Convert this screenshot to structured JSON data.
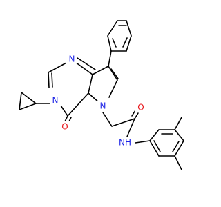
{
  "colors": {
    "carbon_bond": "#000000",
    "nitrogen": "#1c23e6",
    "oxygen": "#e8151a",
    "background": "#ffffff"
  },
  "atoms": {
    "n_pyrimidine_top": "N",
    "n_pyrimidine_cyclopropyl": "N",
    "n_pyrrole": "N",
    "o_ring_carbonyl": "O",
    "o_amide": "O",
    "nh_amide": "NH"
  }
}
